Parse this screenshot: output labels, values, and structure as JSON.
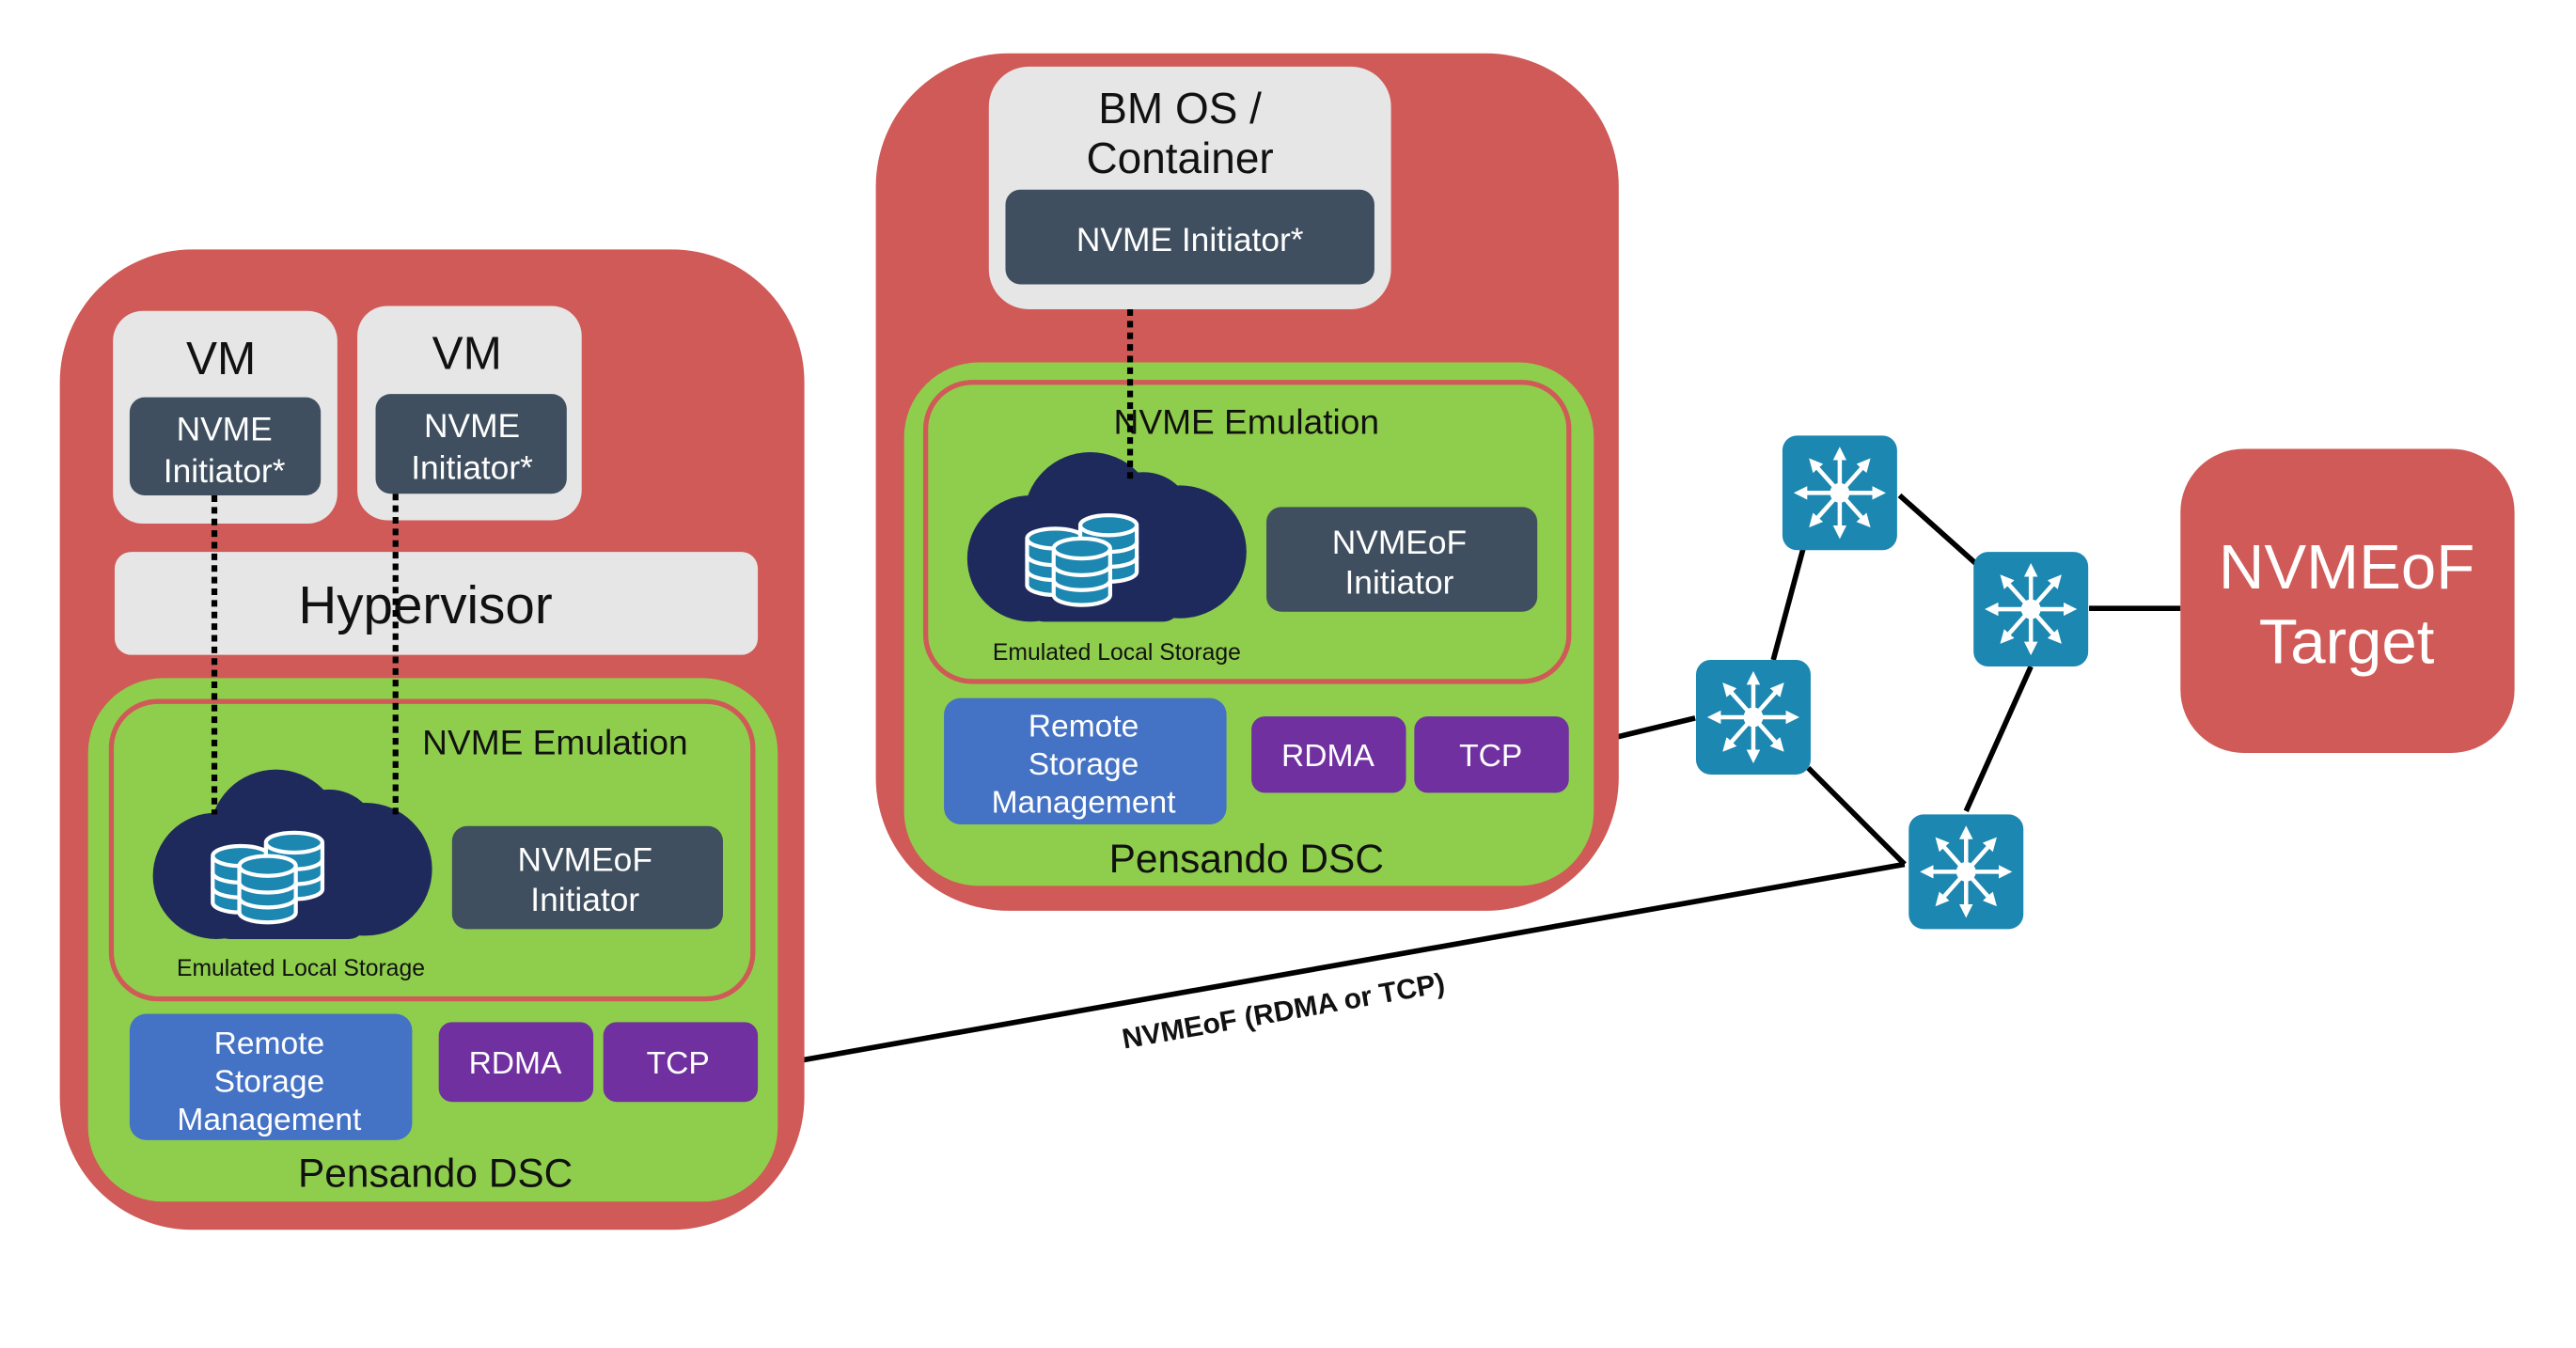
{
  "colors": {
    "host": "#d05a57",
    "os_box": "#e6e6e6",
    "initiator": "#3f4f5f",
    "dsc": "#8fce4c",
    "remote_storage": "#4472c4",
    "transport": "#7030a0",
    "cloud": "#1f2a5c",
    "switch": "#1c87b0"
  },
  "left_host": {
    "vms": [
      {
        "title": "VM",
        "initiator": [
          "NVME",
          "Initiator*"
        ]
      },
      {
        "title": "VM",
        "initiator": [
          "NVME",
          "Initiator*"
        ]
      }
    ],
    "hypervisor": "Hypervisor",
    "dsc": {
      "emulation_label": "NVME Emulation",
      "storage_label": "Emulated Local Storage",
      "nvmeof_initiator": [
        "NVMEoF",
        "Initiator"
      ],
      "remote_storage": [
        "Remote",
        "Storage",
        "Management"
      ],
      "rdma": "RDMA",
      "tcp": "TCP",
      "name": "Pensando DSC"
    }
  },
  "right_host": {
    "os_title": [
      "BM OS /",
      "Container"
    ],
    "initiator": "NVME Initiator*",
    "dsc": {
      "emulation_label": "NVME Emulation",
      "storage_label": "Emulated Local Storage",
      "nvmeof_initiator": [
        "NVMEoF",
        "Initiator"
      ],
      "remote_storage": [
        "Remote",
        "Storage",
        "Management"
      ],
      "rdma": "RDMA",
      "tcp": "TCP",
      "name": "Pensando DSC"
    }
  },
  "network": {
    "link_label": "NVMEoF (RDMA or TCP)",
    "switch_icon": "network-switch-icon",
    "switch_count": 4
  },
  "target": [
    "NVMEoF",
    "Target"
  ]
}
